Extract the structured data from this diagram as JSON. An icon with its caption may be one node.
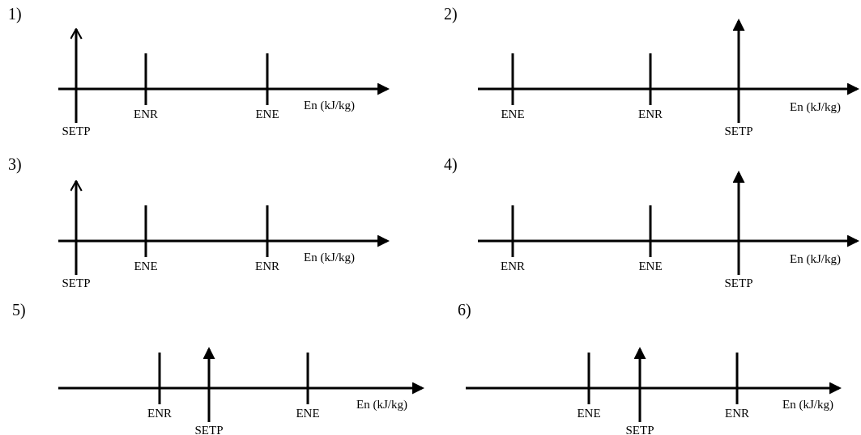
{
  "diagram": {
    "labels": [
      "1)",
      "SETP",
      "ENR",
      "ENE",
      "En (kJ/kg)",
      "2)",
      "ENE",
      "ENR",
      "SETP",
      "En (kJ/kg)",
      "3)",
      "SETP",
      "ENE",
      "ENR",
      "En (kJ/kg)",
      "4)",
      "ENR",
      "ENE",
      "SETP",
      "En (kJ/kg)",
      "5)",
      "ENR",
      "SETP",
      "ENE",
      "En (kJ/kg)",
      "6)",
      "ENE",
      "SETP",
      "ENR",
      "En (kJ/kg)"
    ]
  }
}
